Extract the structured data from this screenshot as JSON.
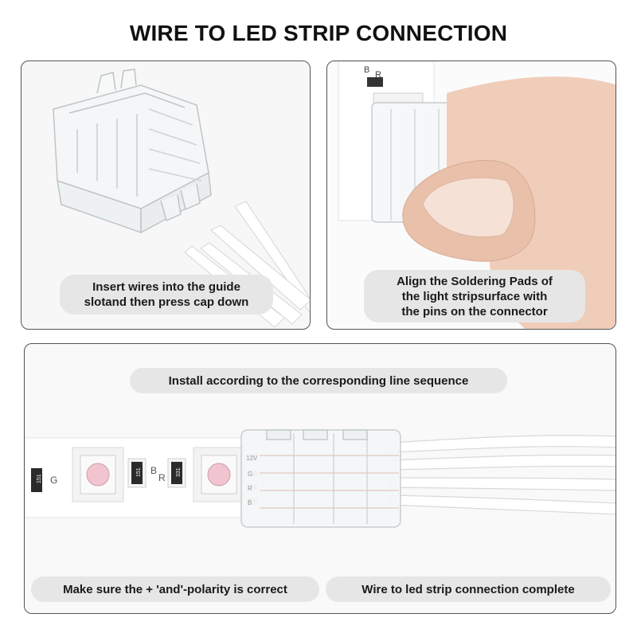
{
  "page": {
    "title": "WIRE TO LED STRIP CONNECTION"
  },
  "panels": {
    "top_left": {
      "caption_line1": "Insert wires into the guide",
      "caption_line2": "slotand then press cap down"
    },
    "top_right": {
      "caption_line1": "Align the Soldering Pads of",
      "caption_line2": "the light stripsurface with",
      "caption_line3": "the pins on the connector",
      "strip_label_b": "B",
      "strip_label_r": "R"
    },
    "bottom": {
      "caption_install": "Install according to the corresponding line sequence",
      "caption_polarity": "Make sure the + 'and'-polarity is correct",
      "caption_complete": "Wire to led strip connection complete",
      "strip_label_g": "G",
      "strip_label_b": "B",
      "strip_label_r": "R",
      "resistor_1": "151",
      "resistor_2": "151",
      "resistor_3": "331",
      "pad_labels": [
        "12V",
        "G",
        "R",
        "B"
      ]
    }
  },
  "colors": {
    "border": "#555555",
    "pill": "#e6e6e6",
    "led_pink": "#f2c4cf",
    "pad_copper": "#d7b6a6"
  }
}
